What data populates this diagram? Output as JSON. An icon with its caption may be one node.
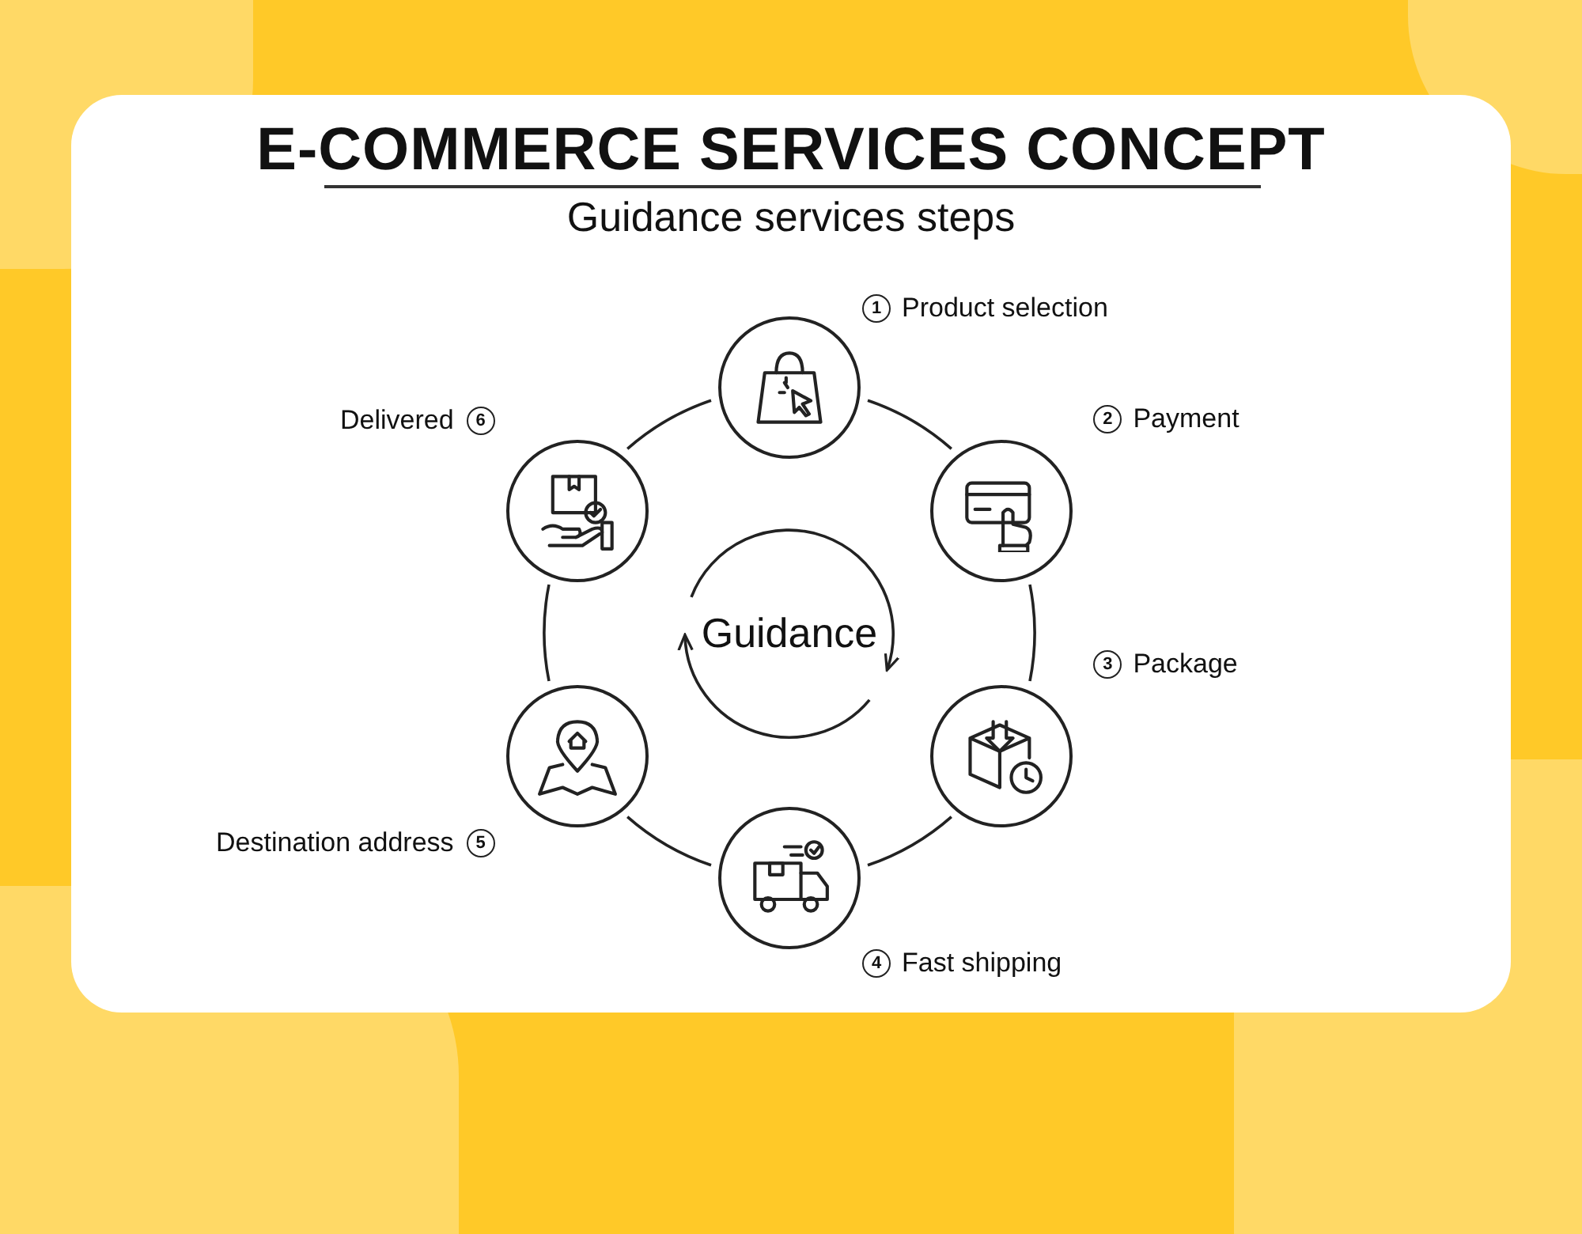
{
  "diagram": {
    "title": "E-COMMERCE SERVICES CONCEPT",
    "nodes": [
      {
        "text": [],
        "shape": "circle",
        "beside": [
          "1",
          "Product selection"
        ]
      },
      {
        "text": [],
        "shape": "circle",
        "beside": [
          "2",
          "Payment"
        ]
      },
      {
        "text": [],
        "shape": "circle",
        "beside": [
          "3",
          "Package"
        ]
      },
      {
        "text": [],
        "shape": "circle",
        "beside": [
          "4",
          "Fast shipping"
        ]
      },
      {
        "text": [],
        "shape": "circle",
        "beside": [
          "5",
          "Destination address"
        ]
      },
      {
        "text": [],
        "shape": "circle",
        "beside": [
          "6",
          "Delivered"
        ]
      },
      {
        "text": [
          "Guidance"
        ]
      }
    ],
    "edges": [
      {
        "from": 0,
        "to": 1,
        "arrow": "none"
      },
      {
        "from": 1,
        "to": 2,
        "arrow": "none"
      },
      {
        "from": 2,
        "to": 3,
        "arrow": "none"
      },
      {
        "from": 3,
        "to": 4,
        "arrow": "none"
      },
      {
        "from": 4,
        "to": 5,
        "arrow": "none"
      },
      {
        "from": 5,
        "to": 0,
        "arrow": "none"
      }
    ],
    "labels": [
      "Guidance services steps"
    ]
  }
}
